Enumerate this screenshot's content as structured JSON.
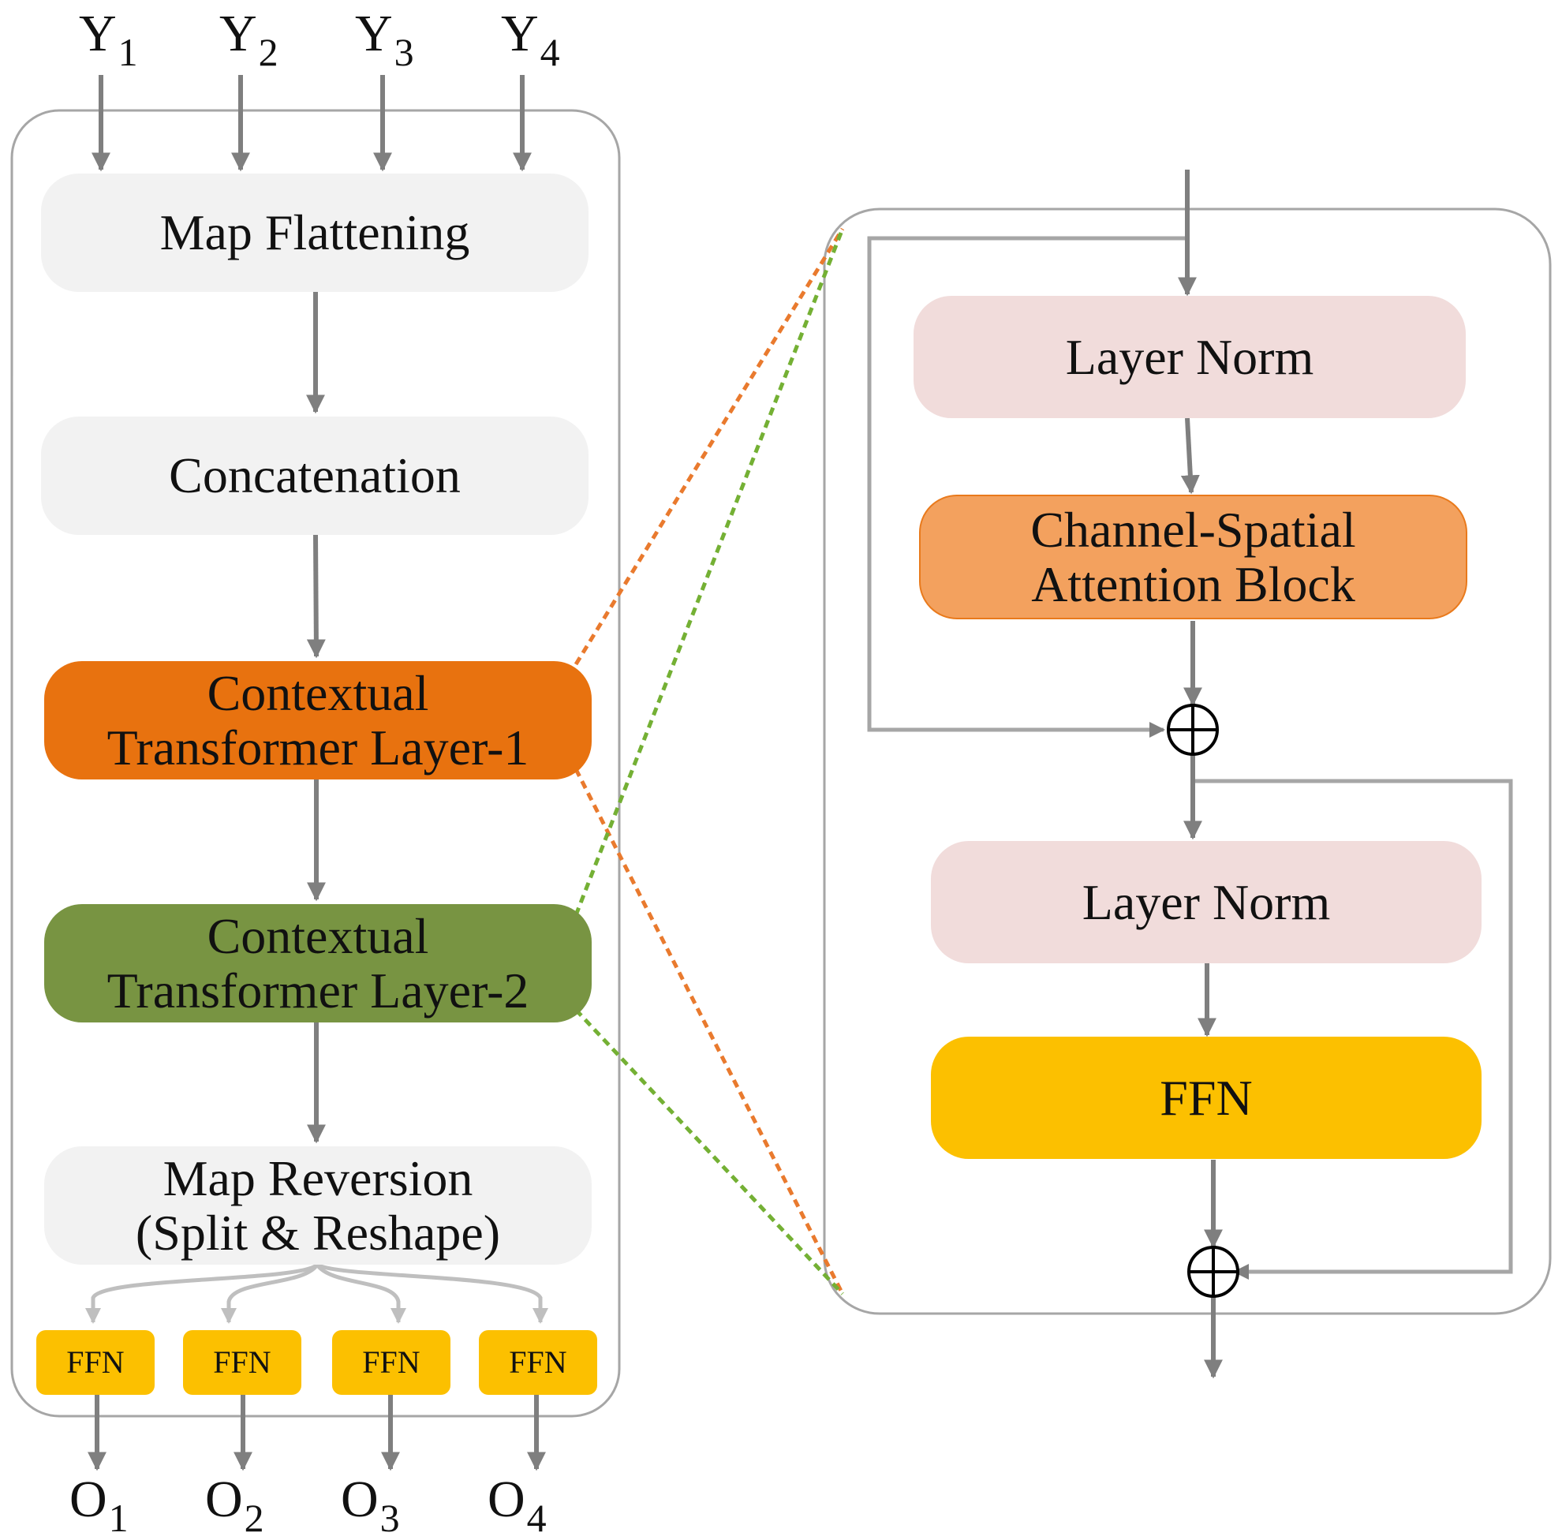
{
  "inputs": [
    {
      "letter": "Y",
      "index": "1"
    },
    {
      "letter": "Y",
      "index": "2"
    },
    {
      "letter": "Y",
      "index": "3"
    },
    {
      "letter": "Y",
      "index": "4"
    }
  ],
  "outputs": [
    {
      "letter": "O",
      "index": "1"
    },
    {
      "letter": "O",
      "index": "2"
    },
    {
      "letter": "O",
      "index": "3"
    },
    {
      "letter": "O",
      "index": "4"
    }
  ],
  "left": {
    "map_flattening": "Map Flattening",
    "concatenation": "Concatenation",
    "layer1": [
      "Contextual",
      "Transformer Layer-1"
    ],
    "layer2": [
      "Contextual",
      "Transformer Layer-2"
    ],
    "map_reversion": [
      "Map Reversion",
      "(Split & Reshape)"
    ],
    "ffn_heads": [
      "FFN",
      "FFN",
      "FFN",
      "FFN"
    ]
  },
  "right": {
    "layer_norm_1": "Layer Norm",
    "attention": [
      "Channel-Spatial",
      "Attention Block"
    ],
    "layer_norm_2": "Layer Norm",
    "ffn": "FFN"
  },
  "colors": {
    "arrow": "#7f7f7f",
    "arrow_light": "#bfbfbf",
    "panel_border": "#a6a6a6",
    "gray_box": "#f2f2f2",
    "pink_box": "#f1dcdb",
    "layer1": "#e8720f",
    "layer2": "#789442",
    "attention": "#f3a15e",
    "ffn": "#fcc000",
    "dash_orange": "#e97a2e",
    "dash_green": "#74b034"
  }
}
